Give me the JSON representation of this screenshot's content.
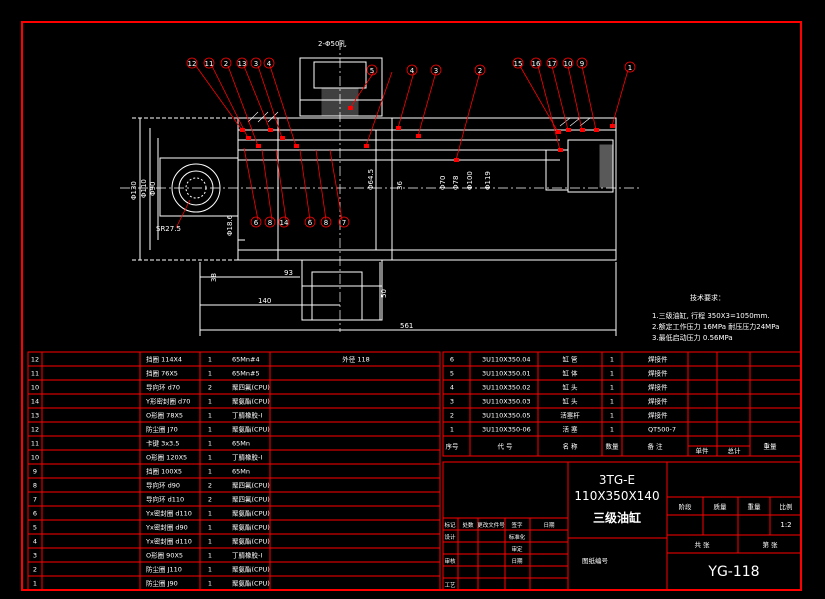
{
  "colors": {
    "border": "#ff0000",
    "geometry": "#ffffff",
    "leaders": "#ff0000",
    "text": "#ffffff",
    "hatch": "#ffffff"
  },
  "drawing": {
    "top_port_label": "2-Φ50孔",
    "balloons_top_left": [
      "12",
      "11",
      "2",
      "13",
      "3",
      "4"
    ],
    "balloons_top_mid": [
      "5",
      "4",
      "3",
      "2"
    ],
    "balloons_top_right": [
      "15",
      "16",
      "17",
      "10",
      "9",
      "1"
    ],
    "balloons_bottom_left": [
      "6",
      "8",
      "14"
    ],
    "balloons_bottom_mid": [
      "6",
      "8",
      "7"
    ],
    "dims_vertical": [
      "Φ130",
      "Φ110",
      "Φ90",
      "Φ70",
      "Φ78",
      "Φ100",
      "Φ119"
    ],
    "dims_misc": [
      "SR27.5",
      "Φ64.5",
      "36",
      "Φ18.6",
      "50",
      "38"
    ],
    "dims_horizontal": [
      "93",
      "140",
      "561"
    ],
    "notes_title": "技术要求：",
    "notes": [
      "1.三级油缸, 行程 350X3=1050mm.",
      "2.额定工作压力 16MPa 耐压压力24MPa",
      "3.最低启动压力 0.56MPa"
    ]
  },
  "bom_left": [
    {
      "no": "12",
      "name": "挡圈 114X4",
      "qty": "1",
      "mat": "65Mn#4",
      "note": "外径 118"
    },
    {
      "no": "11",
      "name": "挡圈 76X5",
      "qty": "1",
      "mat": "65Mn#5",
      "note": ""
    },
    {
      "no": "10",
      "name": "导向环 d70",
      "qty": "2",
      "mat": "聚四氟(CPU)",
      "note": ""
    },
    {
      "no": "14",
      "name": "Y形密封圈 d70",
      "qty": "1",
      "mat": "聚氨酯(CPU)",
      "note": ""
    },
    {
      "no": "13",
      "name": "O形圈 78X5",
      "qty": "1",
      "mat": "丁腈橡胶-I",
      "note": ""
    },
    {
      "no": "12",
      "name": "防尘圈 J70",
      "qty": "1",
      "mat": "聚氨酯(CPU)",
      "note": ""
    },
    {
      "no": "11",
      "name": "卡键 3x3.5",
      "qty": "1",
      "mat": "65Mn",
      "note": ""
    },
    {
      "no": "10",
      "name": "O形圈 120X5",
      "qty": "1",
      "mat": "丁腈橡胶-I",
      "note": ""
    },
    {
      "no": "9",
      "name": "挡圈 100X5",
      "qty": "1",
      "mat": "65Mn",
      "note": ""
    },
    {
      "no": "8",
      "name": "导向环 d90",
      "qty": "2",
      "mat": "聚四氟(CPU)",
      "note": ""
    },
    {
      "no": "7",
      "name": "导向环 d110",
      "qty": "2",
      "mat": "聚四氟(CPU)",
      "note": ""
    },
    {
      "no": "6",
      "name": "Yx密封圈 d110",
      "qty": "1",
      "mat": "聚氨酯(CPU)",
      "note": ""
    },
    {
      "no": "5",
      "name": "Yx密封圈 d90",
      "qty": "1",
      "mat": "聚氨酯(CPU)",
      "note": ""
    },
    {
      "no": "4",
      "name": "Yx密封圈 d110",
      "qty": "1",
      "mat": "聚氨酯(CPU)",
      "note": ""
    },
    {
      "no": "3",
      "name": "O形圈 90X5",
      "qty": "1",
      "mat": "丁腈橡胶-I",
      "note": ""
    },
    {
      "no": "2",
      "name": "防尘圈 J110",
      "qty": "1",
      "mat": "聚氨酯(CPU)",
      "note": ""
    },
    {
      "no": "1",
      "name": "防尘圈 J90",
      "qty": "1",
      "mat": "聚氨酯(CPU)",
      "note": ""
    }
  ],
  "bom_right": [
    {
      "no": "6",
      "code": "3U110X350.04",
      "name": "缸 管",
      "qty": "1",
      "note": "焊接件"
    },
    {
      "no": "5",
      "code": "3U110X350.01",
      "name": "缸 体",
      "qty": "1",
      "note": "焊接件"
    },
    {
      "no": "4",
      "code": "3U110X350.02",
      "name": "缸 头",
      "qty": "1",
      "note": "焊接件"
    },
    {
      "no": "3",
      "code": "3U110X350.03",
      "name": "缸 头",
      "qty": "1",
      "note": "焊接件"
    },
    {
      "no": "2",
      "code": "3U110X350.05",
      "name": "活塞杆",
      "qty": "1",
      "note": "焊接件"
    },
    {
      "no": "1",
      "code": "3U110X350-06",
      "name": "活 塞",
      "qty": "1",
      "note": "QT500-7"
    }
  ],
  "bom_right_header": {
    "no": "序号",
    "code": "代 号",
    "name": "名 称",
    "qty": "数量",
    "note": "备 注",
    "extra": [
      "单件",
      "总计",
      "重量"
    ]
  },
  "title_block": {
    "model": "3TG-E",
    "spec": "110X350X140",
    "name": "三级油缸",
    "drawing_no": "YG-118",
    "scale": "1:2",
    "labels_top": [
      "阶段",
      "质量",
      "重量",
      "比例"
    ],
    "labels_bottom": [
      "共 张",
      "第 张"
    ],
    "rev_labels": [
      "标记",
      "处数",
      "更改文件号",
      "签字",
      "日期"
    ],
    "sign_labels": [
      "设计",
      "",
      "审核",
      "工艺"
    ],
    "sign_labels_mid": [
      "标准化",
      "审定",
      "日期"
    ],
    "company": "图纸编号"
  }
}
